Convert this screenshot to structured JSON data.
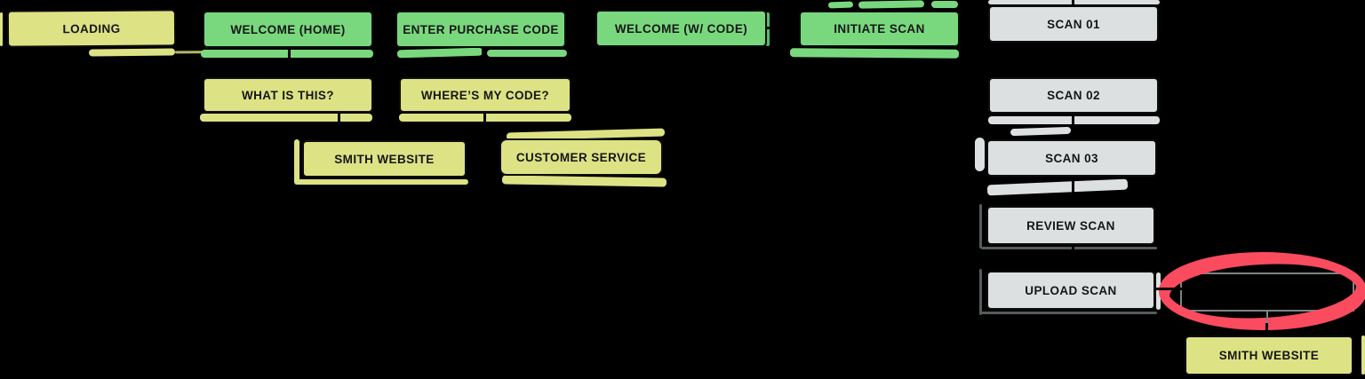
{
  "canvas": {
    "background": "#000000",
    "description": "Hand-drawn style user-flow diagram with highlighted nodes"
  },
  "palette": {
    "green": "#79d87e",
    "yellow": "#dde284",
    "gray": "#dce0e0",
    "red_marker": "#fb4b5e",
    "connector": "#000000",
    "ghost_border": "#7d8486"
  },
  "nodes": [
    {
      "id": "loading",
      "label": "LOADING",
      "color": "yellow"
    },
    {
      "id": "welcome-home",
      "label": "WELCOME (HOME)",
      "color": "green"
    },
    {
      "id": "enter-purchase-code",
      "label": "ENTER PURCHASE CODE",
      "color": "green"
    },
    {
      "id": "welcome-w-code",
      "label": "WELCOME (W/ CODE)",
      "color": "green"
    },
    {
      "id": "initiate-scan",
      "label": "INITIATE SCAN",
      "color": "green"
    },
    {
      "id": "scan-01",
      "label": "SCAN 01",
      "color": "gray"
    },
    {
      "id": "what-is-this",
      "label": "WHAT IS THIS?",
      "color": "yellow"
    },
    {
      "id": "wheres-my-code",
      "label": "WHERE’S MY CODE?",
      "color": "yellow"
    },
    {
      "id": "scan-02",
      "label": "SCAN 02",
      "color": "gray"
    },
    {
      "id": "smith-website",
      "label": "SMITH WEBSITE",
      "color": "yellow"
    },
    {
      "id": "customer-service",
      "label": "CUSTOMER SERVICE",
      "color": "yellow"
    },
    {
      "id": "scan-03",
      "label": "SCAN 03",
      "color": "gray"
    },
    {
      "id": "review-scan",
      "label": "REVIEW SCAN",
      "color": "gray"
    },
    {
      "id": "upload-scan",
      "label": "UPLOAD SCAN",
      "color": "gray"
    },
    {
      "id": "smith-website-2",
      "label": "SMITH WEBSITE",
      "color": "yellow"
    },
    {
      "id": "hidden-node",
      "label": "",
      "color": "none"
    }
  ],
  "edges": [
    {
      "from": "loading",
      "to": "welcome-home"
    },
    {
      "from": "welcome-home",
      "to": "enter-purchase-code"
    },
    {
      "from": "enter-purchase-code",
      "to": "welcome-w-code"
    },
    {
      "from": "welcome-w-code",
      "to": "initiate-scan"
    },
    {
      "from": "initiate-scan",
      "to": "scan-01"
    },
    {
      "from": "welcome-home",
      "to": "what-is-this"
    },
    {
      "from": "enter-purchase-code",
      "to": "wheres-my-code"
    },
    {
      "from": "what-is-this",
      "to": "smith-website"
    },
    {
      "from": "wheres-my-code",
      "to": "customer-service"
    },
    {
      "from": "scan-01",
      "to": "scan-02"
    },
    {
      "from": "scan-02",
      "to": "scan-03"
    },
    {
      "from": "scan-03",
      "to": "review-scan"
    },
    {
      "from": "review-scan",
      "to": "upload-scan"
    },
    {
      "from": "upload-scan",
      "to": "hidden-node"
    },
    {
      "from": "hidden-node",
      "to": "smith-website-2"
    }
  ],
  "annotations": {
    "red_ellipse": {
      "color": "#fb4b5e",
      "around": "hidden-node",
      "style": "hand-drawn marker ellipse"
    },
    "marker_strokes": "hand-drawn highlighter strokes in node colors around several boxes"
  }
}
